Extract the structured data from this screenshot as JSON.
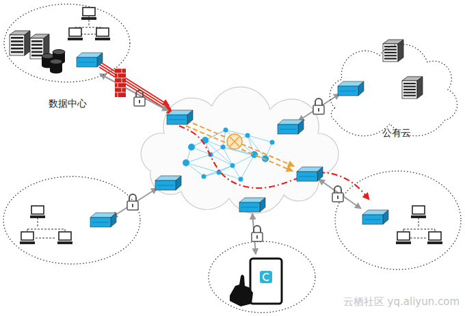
{
  "diagram": {
    "nodes": [
      {
        "text": [
          "数据中心"
        ]
      },
      {
        "text": [
          "公有云"
        ]
      }
    ],
    "labels": [
      "云栖社区 yq.aliyun.com"
    ]
  }
}
